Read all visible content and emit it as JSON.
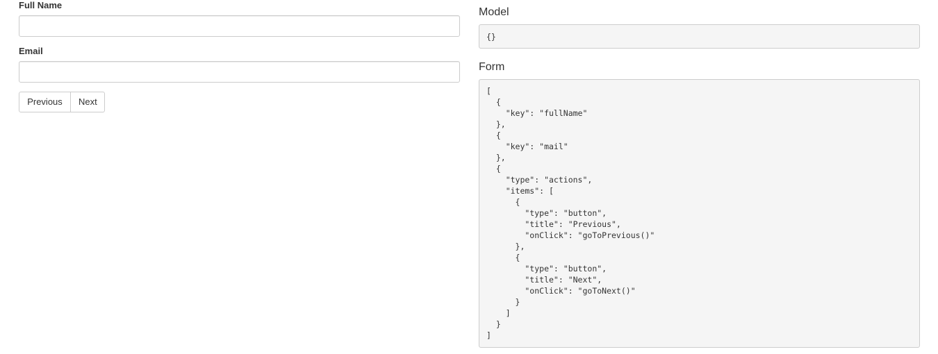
{
  "form_fields": {
    "full_name": {
      "label": "Full Name",
      "value": "",
      "placeholder": ""
    },
    "email": {
      "label": "Email",
      "value": "",
      "placeholder": ""
    }
  },
  "actions": {
    "previous_label": "Previous",
    "next_label": "Next"
  },
  "model_panel": {
    "heading": "Model",
    "code": "{}"
  },
  "form_panel": {
    "heading": "Form",
    "code": "[\n  {\n    \"key\": \"fullName\"\n  },\n  {\n    \"key\": \"mail\"\n  },\n  {\n    \"type\": \"actions\",\n    \"items\": [\n      {\n        \"type\": \"button\",\n        \"title\": \"Previous\",\n        \"onClick\": \"goToPrevious()\"\n      },\n      {\n        \"type\": \"button\",\n        \"title\": \"Next\",\n        \"onClick\": \"goToNext()\"\n      }\n    ]\n  }\n]"
  }
}
